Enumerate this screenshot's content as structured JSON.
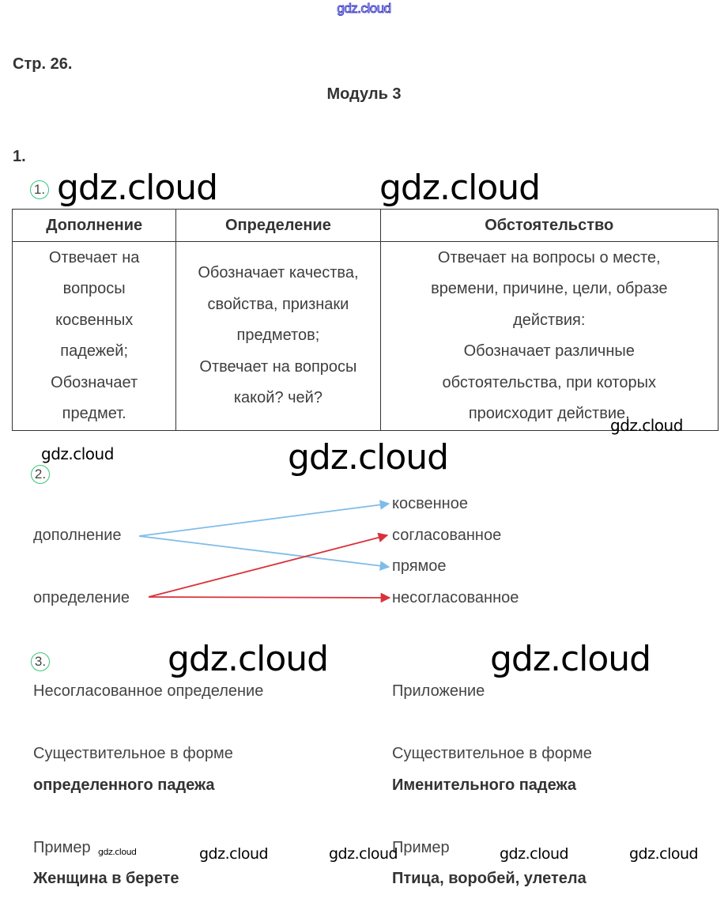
{
  "watermarks": {
    "header": "gdz.cloud",
    "text": "gdz.cloud"
  },
  "page_ref": "Стр. 26.",
  "module_title": "Модуль 3",
  "task_number": "1.",
  "part1": {
    "badge": "1.",
    "table": {
      "headers": [
        "Дополнение",
        "Определение",
        "Обстоятельство"
      ],
      "cells": [
        [
          "Отвечает на",
          "вопросы",
          "косвенных",
          "падежей;",
          "Обозначает",
          "предмет."
        ],
        [
          "Обозначает качества,",
          "свойства, признаки",
          "предметов;",
          "Отвечает на вопросы",
          "какой? чей?"
        ],
        [
          "Отвечает на вопросы о месте,",
          "времени, причине, цели, образе",
          "действия:",
          "Обозначает различные",
          "обстоятельства, при которых",
          "происходит действие."
        ]
      ]
    }
  },
  "part2": {
    "badge": "2.",
    "sources": [
      "дополнение",
      "определение"
    ],
    "targets": [
      "косвенное",
      "согласованное",
      "прямое",
      "несогласованное"
    ],
    "links": [
      {
        "from": "дополнение",
        "to": "косвенное",
        "color": "#7fbce8"
      },
      {
        "from": "дополнение",
        "to": "прямое",
        "color": "#7fbce8"
      },
      {
        "from": "определение",
        "to": "согласованное",
        "color": "#d9323a"
      },
      {
        "from": "определение",
        "to": "несогласованное",
        "color": "#d9323a"
      }
    ]
  },
  "part3": {
    "badge": "3.",
    "left": {
      "title": "Несогласованное определение",
      "form_line": "Существительное в форме",
      "form_bold": "определенного падежа",
      "example_label": "Пример",
      "example": "Женщина в берете"
    },
    "right": {
      "title": "Приложение",
      "form_line": "Существительное в форме",
      "form_bold": "Именительного падежа",
      "example_label": "Пример",
      "example": "Птица, воробей, улетела"
    }
  },
  "colors": {
    "badge_ring": "#3cc47c",
    "arrow_blue": "#7fbce8",
    "arrow_red": "#d9323a",
    "header_watermark": "#3b3bc8"
  }
}
